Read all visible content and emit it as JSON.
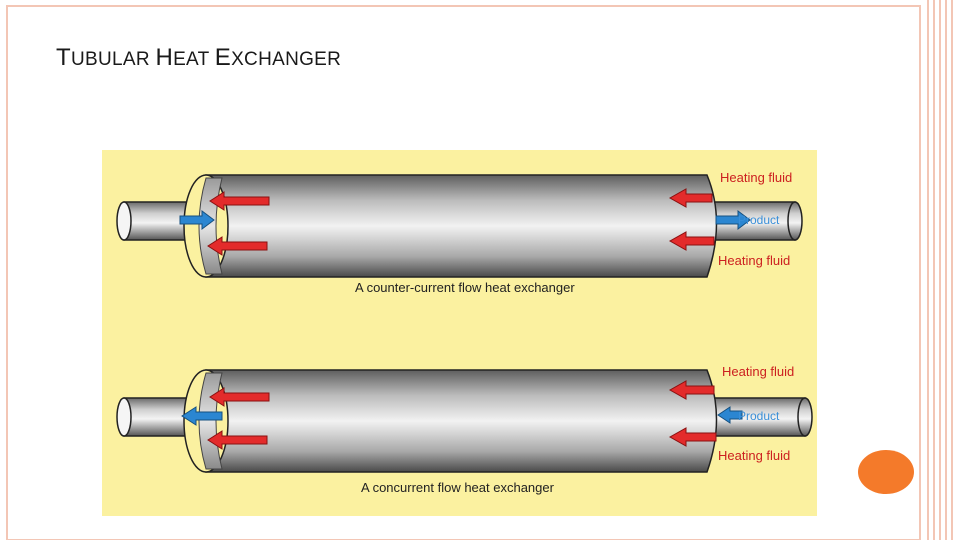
{
  "slide": {
    "title": "TUBULAR HEAT EXCHANGER",
    "title_parts": [
      {
        "text": "T",
        "size": "big"
      },
      {
        "text": "UBULAR ",
        "size": "small"
      },
      {
        "text": "H",
        "size": "big"
      },
      {
        "text": "EAT ",
        "size": "small"
      },
      {
        "text": "E",
        "size": "big"
      },
      {
        "text": "XCHANGER",
        "size": "small"
      }
    ]
  },
  "colors": {
    "figure_background": "#fbf1a0",
    "border": "#f3c6b5",
    "accent_dot": "#f47a2a",
    "heating_fluid_arrow": "#e32b2b",
    "product_arrow": "#2b86d1",
    "label_text": "#cc2020",
    "caption_text": "#222222"
  },
  "diagram": {
    "panels": [
      {
        "caption": "A counter-current flow heat exchanger",
        "label_heating_top": "Heating fluid",
        "label_product": "Product",
        "label_heating_bottom": "Heating fluid",
        "flow": "counter-current"
      },
      {
        "caption": "A concurrent flow heat exchanger",
        "label_heating_top": "Heating fluid",
        "label_product": "Product",
        "label_heating_bottom": "Heating fluid",
        "flow": "concurrent"
      }
    ]
  }
}
